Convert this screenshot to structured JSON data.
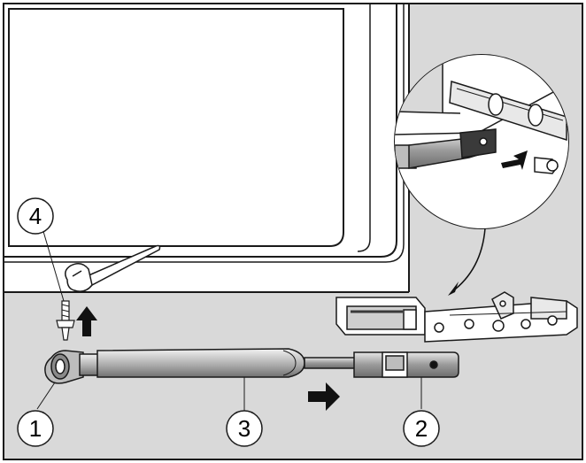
{
  "diagram": {
    "callouts": {
      "one": "1",
      "two": "2",
      "three": "3",
      "four": "4"
    },
    "colors": {
      "background": "#ffffff",
      "line": "#1a1a1a",
      "panel_gray": "#d9d9d9",
      "part_gray": "#bdbdbd",
      "dark_part": "#3a3a3a",
      "arrow": "#111111"
    },
    "icons": [
      "wrench-icon",
      "screw-icon",
      "push-arrow-icon",
      "direction-arrow-icon",
      "curved-pointer-arrow-icon"
    ]
  }
}
